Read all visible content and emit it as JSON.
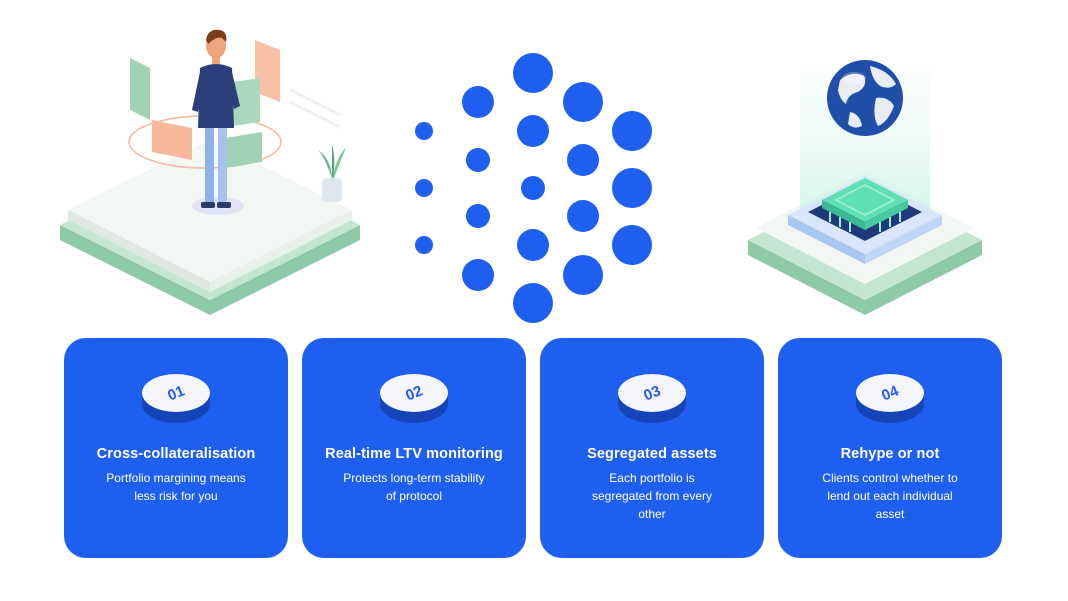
{
  "colors": {
    "card_background": "#1f5ff0",
    "dot_blue": "#1f5ff0",
    "platform_green": "#9fd3b4",
    "accent_peach": "#f7b89c"
  },
  "illustrations": {
    "left": "person-with-floating-panels-icon",
    "center": "blue-dot-pattern-icon",
    "right": "globe-over-chip-icon"
  },
  "cards": [
    {
      "number": "01",
      "title": "Cross-collateralisation",
      "description": "Portfolio margining means less risk for you"
    },
    {
      "number": "02",
      "title": "Real-time LTV monitoring",
      "description": "Protects long-term stability of protocol"
    },
    {
      "number": "03",
      "title": "Segregated assets",
      "description": "Each portfolio is segregated from every other"
    },
    {
      "number": "04",
      "title": "Rehype or not",
      "description": "Clients control whether to lend out each individual asset"
    }
  ]
}
